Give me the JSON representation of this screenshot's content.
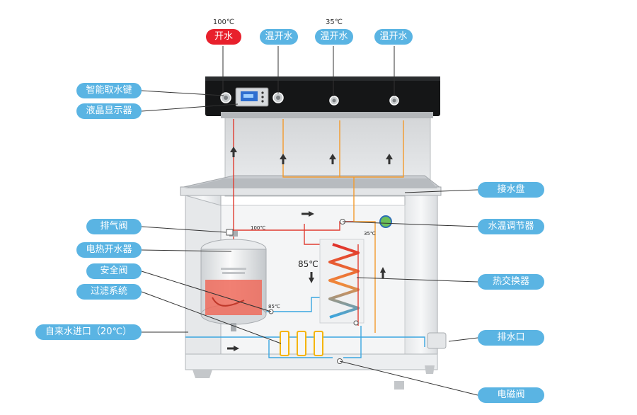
{
  "top": {
    "boil_temp": "100℃",
    "boil_label": "开水",
    "warm_temp": "35℃",
    "warm_labels": [
      "温开水",
      "温开水",
      "温开水"
    ]
  },
  "left_labels": [
    "智能取水键",
    "液晶显示器",
    "排气阀",
    "电热开水器",
    "安全阀",
    "过滤系统",
    "自来水进口（20℃）"
  ],
  "right_labels": [
    "接水盘",
    "水温调节器",
    "热交换器",
    "排水口",
    "电磁阀"
  ],
  "inner": {
    "temp_100": "100℃",
    "temp_35": "35℃",
    "temp_85_large": "85℃",
    "temp_85_small": "85℃"
  },
  "colors": {
    "label_blue": "#5ab4e3",
    "label_red": "#e8202c",
    "hot_pipe": "#e03c31",
    "warm_pipe": "#f39a2c",
    "cold_pipe": "#3aa6e0"
  }
}
